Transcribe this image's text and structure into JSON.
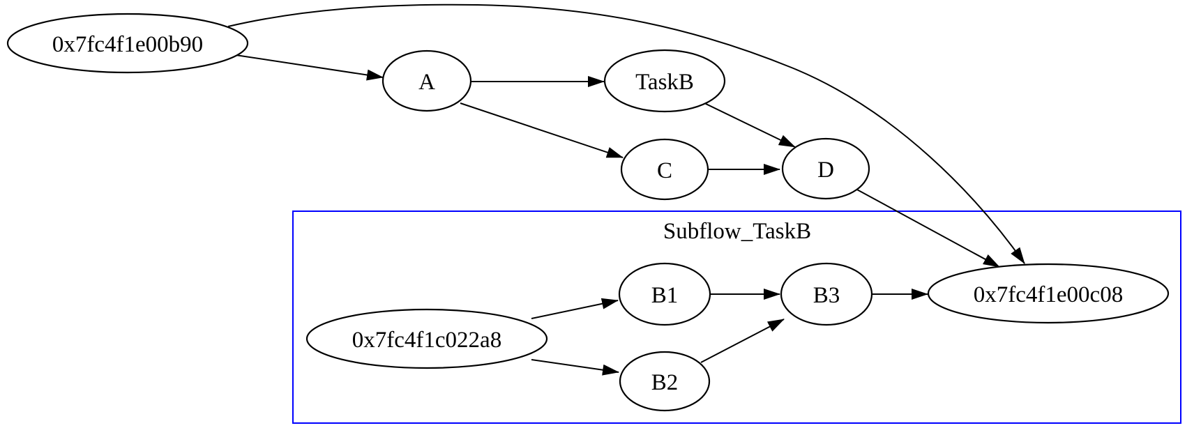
{
  "graph": {
    "type": "directed-graph",
    "cluster": {
      "label": "Subflow_TaskB",
      "border_color": "#0000ff"
    },
    "nodes": {
      "b90": {
        "label": "0x7fc4f1e00b90"
      },
      "A": {
        "label": "A"
      },
      "TaskB": {
        "label": "TaskB"
      },
      "C": {
        "label": "C"
      },
      "D": {
        "label": "D"
      },
      "a8": {
        "label": "0x7fc4f1c022a8"
      },
      "B1": {
        "label": "B1"
      },
      "B2": {
        "label": "B2"
      },
      "B3": {
        "label": "B3"
      },
      "c08": {
        "label": "0x7fc4f1e00c08"
      }
    },
    "edges": [
      {
        "from": "0x7fc4f1e00b90",
        "to": "A"
      },
      {
        "from": "0x7fc4f1e00b90",
        "to": "0x7fc4f1e00c08"
      },
      {
        "from": "A",
        "to": "TaskB"
      },
      {
        "from": "A",
        "to": "C"
      },
      {
        "from": "TaskB",
        "to": "D"
      },
      {
        "from": "C",
        "to": "D"
      },
      {
        "from": "D",
        "to": "0x7fc4f1e00c08"
      },
      {
        "from": "0x7fc4f1c022a8",
        "to": "B1"
      },
      {
        "from": "0x7fc4f1c022a8",
        "to": "B2"
      },
      {
        "from": "B1",
        "to": "B3"
      },
      {
        "from": "B2",
        "to": "B3"
      },
      {
        "from": "B3",
        "to": "0x7fc4f1e00c08"
      }
    ],
    "colors": {
      "background": "#ffffff",
      "node_border": "#000000",
      "edge": "#000000",
      "text": "#000000",
      "cluster_border": "#0000ff"
    }
  }
}
